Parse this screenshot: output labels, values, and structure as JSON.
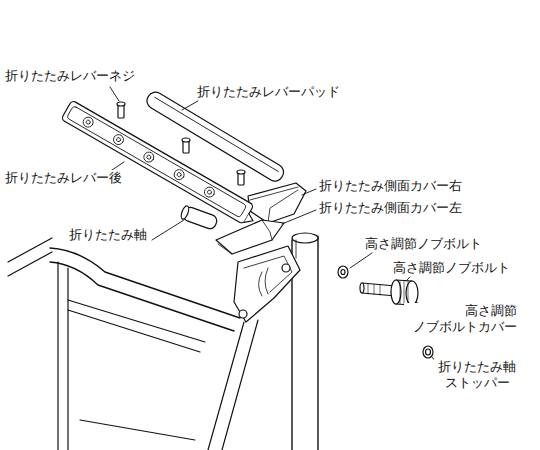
{
  "diagram": {
    "labels": [
      "折りたたみレバーネジ",
      "折りたたみレバーパッド",
      "折りたたみレバー後",
      "折りたたみ側面カバー右",
      "折りたたみ側面カバー左",
      "折りたたみ軸",
      "高さ調節ノブボルト",
      "高さ調節ノブボルト",
      "高さ調節 ノブボルトカバー",
      "折りたたみ軸 ストッパー"
    ]
  }
}
